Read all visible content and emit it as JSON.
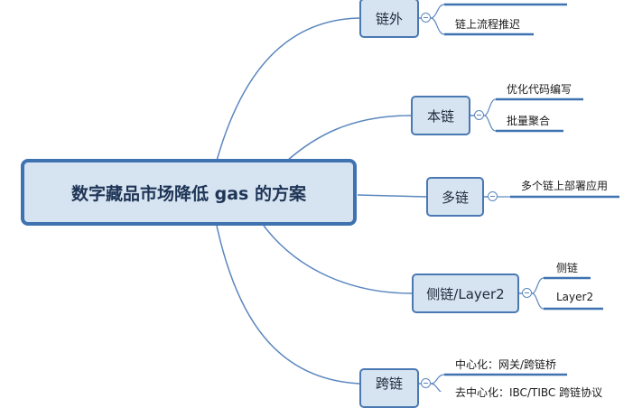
{
  "central": "数字藏品市场降低 gas 的方案",
  "branches": [
    {
      "label": "链外",
      "leaves": [
        "",
        "链上流程推迟"
      ]
    },
    {
      "label": "本链",
      "leaves": [
        "优化代码编写",
        "批量聚合"
      ]
    },
    {
      "label": "多链",
      "leaves": [
        "多个链上部署应用"
      ]
    },
    {
      "label": "侧链/Layer2",
      "leaves": [
        "侧链",
        "Layer2"
      ]
    },
    {
      "label": "跨链",
      "leaves": [
        "中心化：网关/跨链桥",
        "去中心化：IBC/TIBC 跨链协议"
      ]
    }
  ],
  "colors": {
    "node_fill": "#d6e3f1",
    "node_border": "#4a79b2",
    "connector": "#5b87be",
    "leaf_underline": "#3f72b0"
  }
}
